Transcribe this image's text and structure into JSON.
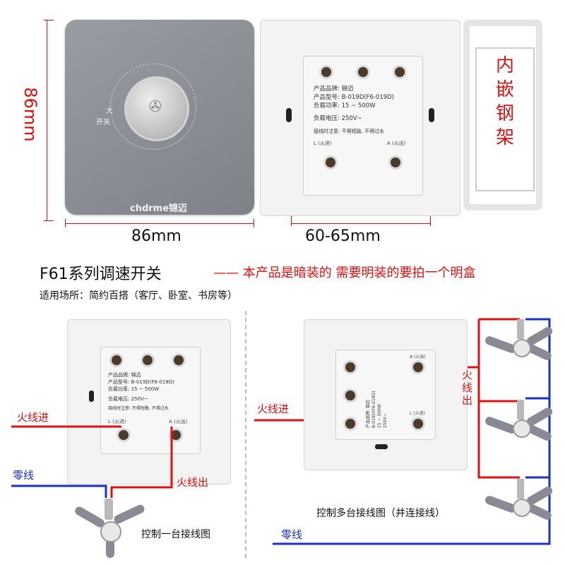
{
  "top": {
    "dial_plate": {
      "brand": "chdrme锦迈",
      "dial_label_big": "大",
      "dial_label_switch": "开关"
    },
    "dimensions": {
      "height": "86mm",
      "width": "86mm",
      "frame_width": "60-65mm"
    },
    "steel_frame_label": "内嵌钢架",
    "spec": {
      "line1": "产品品牌:   锦迈",
      "line2": "产品型号:  B-019D(F6-019D)",
      "line3": "负载功率:  15 ~ 500W",
      "line4": "负载电压:  250V~",
      "line5": "接线时注意:  不得短路, 不得过水",
      "terminal_l": "L (火进)",
      "terminal_a": "A (火出)"
    }
  },
  "title": {
    "product": "F61系列调速开关",
    "note": "—— 本产品是暗装的 需要明装的要拍一个明盒",
    "usage": "适用场所：简约百搭（客厅、卧室、书房等）"
  },
  "diagram_single": {
    "live_in": "火线进",
    "live_out": "火线出",
    "neutral": "零线",
    "caption": "控制一台接线图",
    "spec": {
      "line1": "产品品牌:   锦迈",
      "line2": "产品型号:  B-019D(F6-019D)",
      "line3": "负载功率:  15 ~ 500W",
      "line4": "负载电压:  250V~",
      "line5": "接线时注意:  不得短路, 不得过水",
      "terminal_l": "L (火进)",
      "terminal_a": "A (火出)"
    }
  },
  "diagram_multi": {
    "live_in": "火线进",
    "live_out": "火线出",
    "neutral": "零线",
    "caption": "控制多台接线图（并连接线）",
    "spec": {
      "line1": "产品品牌:  锦迈",
      "line2": "B-019D(F6-019D)",
      "line3": "15 ~ 500W",
      "line4": "250V~",
      "terminal_a": "A (火出)",
      "terminal_l": "L (火进)"
    }
  },
  "colors": {
    "live": "#e01010",
    "neutral": "#1a30c8",
    "plate_gray": "#8c8e96"
  }
}
